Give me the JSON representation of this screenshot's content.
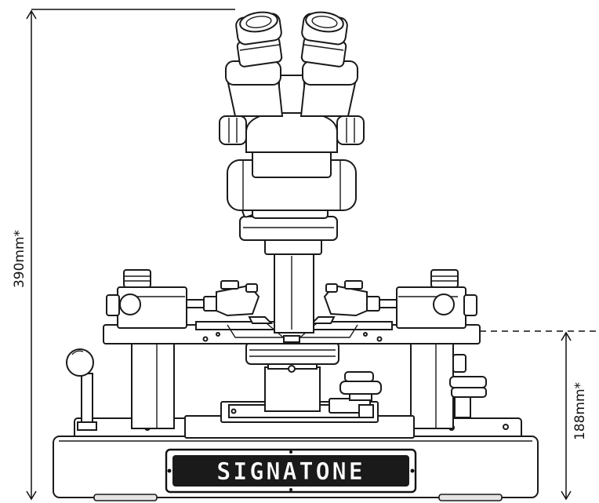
{
  "dimensions": {
    "height_total": "390mm*",
    "height_platen": "188mm*"
  },
  "brand": {
    "logo_text": "SIGNATONE"
  },
  "colors": {
    "line": "#1a1a1a",
    "shade": "#e4e4e4",
    "background": "#ffffff"
  }
}
